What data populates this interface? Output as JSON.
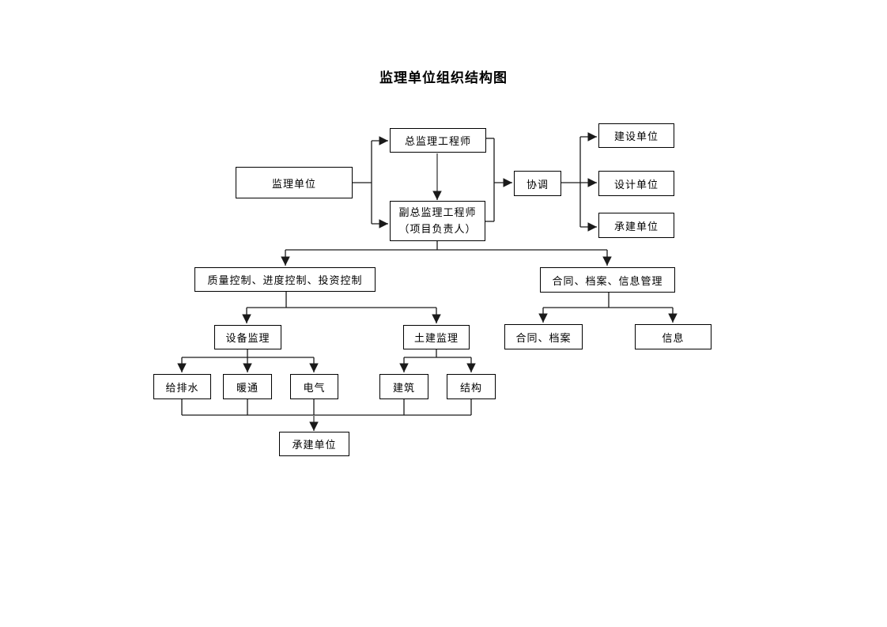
{
  "page": {
    "title": "监理单位组织结构图"
  },
  "colors": {
    "background": "#ffffff",
    "line": "#1a1a1a",
    "gray_line": "#808080",
    "box_border": "#000000",
    "text": "#000000"
  },
  "nodes": {
    "supervision_unit": {
      "label": "监理单位"
    },
    "chief_engineer": {
      "label": "总监理工程师"
    },
    "deputy_chief_engineer": {
      "label_line1": "副总监理工程师",
      "label_line2": "（项目负责人）"
    },
    "coordination": {
      "label": "协调"
    },
    "construction_unit": {
      "label": "建设单位"
    },
    "design_unit": {
      "label": "设计单位"
    },
    "contractor_unit_right": {
      "label": "承建单位"
    },
    "controls": {
      "label": "质量控制、进度控制、投资控制"
    },
    "contract_archive_info_mgmt": {
      "label": "合同、档案、信息管理"
    },
    "equipment_supervision": {
      "label": "设备监理"
    },
    "civil_supervision": {
      "label": "土建监理"
    },
    "contract_archive": {
      "label": "合同、档案"
    },
    "information": {
      "label": "信息"
    },
    "water_supply_drainage": {
      "label": "给排水"
    },
    "hvac": {
      "label": "暖通"
    },
    "electrical": {
      "label": "电气"
    },
    "architecture": {
      "label": "建筑"
    },
    "structure": {
      "label": "结构"
    },
    "contractor_unit_bottom": {
      "label": "承建单位"
    }
  }
}
